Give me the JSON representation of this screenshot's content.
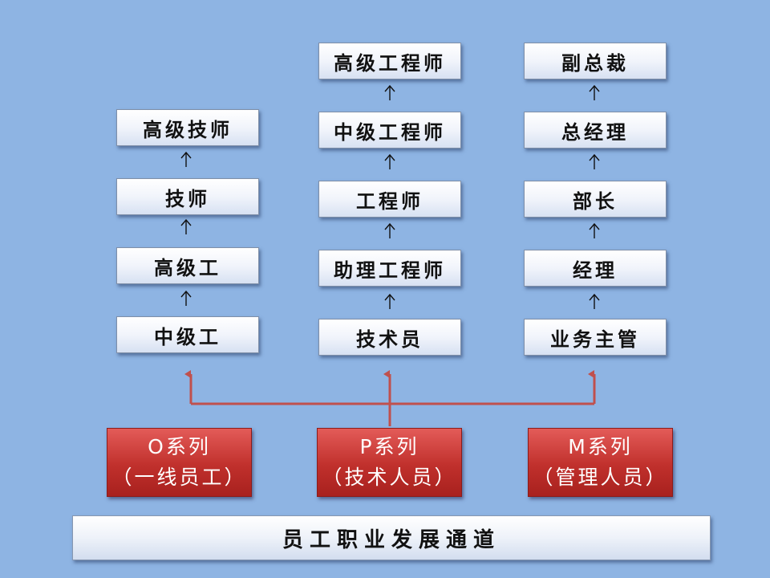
{
  "tracks": {
    "o": [
      "高级技师",
      "技师",
      "高级工",
      "中级工"
    ],
    "p": [
      "高级工程师",
      "中级工程师",
      "工程师",
      "助理工程师",
      "技术员"
    ],
    "m": [
      "副总裁",
      "总经理",
      "部长",
      "经理",
      "业务主管"
    ]
  },
  "series": {
    "o": {
      "name": "O系列",
      "desc": "（一线员工）"
    },
    "p": {
      "name": "P系列",
      "desc": "（技术人员）"
    },
    "m": {
      "name": "M系列",
      "desc": "（管理人员）"
    }
  },
  "footer": "员工职业发展通道",
  "colors": {
    "background": "#8eb4e3",
    "series_box": "#c0302c",
    "connector": "#c0504d",
    "arrow": "#111111"
  }
}
